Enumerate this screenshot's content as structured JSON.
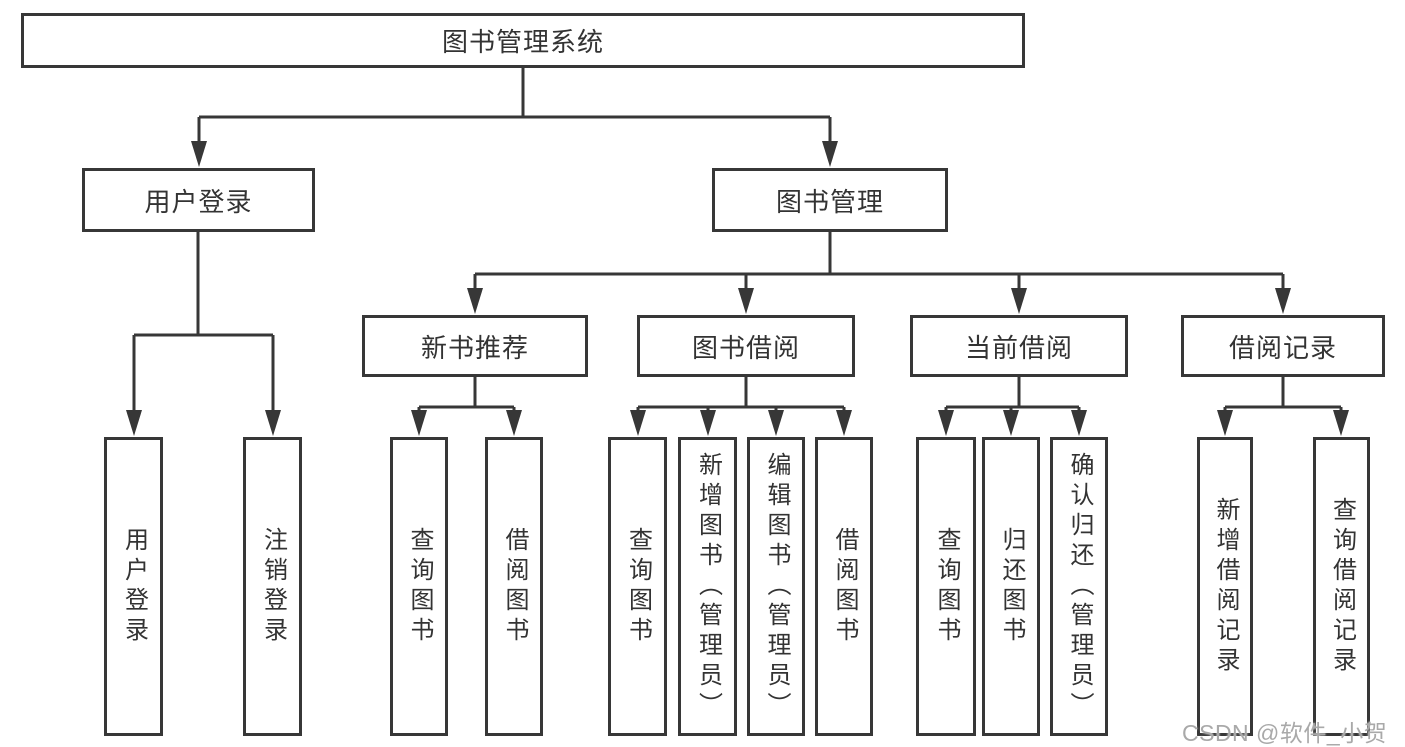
{
  "diagram_type": "hierarchy-tree",
  "colors": {
    "line": "#373737",
    "box_border": "#373737",
    "text": "#333333",
    "background": "#ffffff",
    "watermark": "#a9a9a9"
  },
  "watermark": {
    "text": "CSDN @软件_小贺同学"
  },
  "tree": {
    "label": "图书管理系统",
    "children": [
      {
        "label": "用户登录",
        "children": [
          {
            "label": "用户登录"
          },
          {
            "label": "注销登录"
          }
        ]
      },
      {
        "label": "图书管理",
        "children": [
          {
            "label": "新书推荐",
            "children": [
              {
                "label": "查询图书"
              },
              {
                "label": "借阅图书"
              }
            ]
          },
          {
            "label": "图书借阅",
            "children": [
              {
                "label": "查询图书"
              },
              {
                "label": "新增图书（管理员）"
              },
              {
                "label": "编辑图书（管理员）"
              },
              {
                "label": "借阅图书"
              }
            ]
          },
          {
            "label": "当前借阅",
            "children": [
              {
                "label": "查询图书"
              },
              {
                "label": "归还图书"
              },
              {
                "label": "确认归还（管理员）"
              }
            ]
          },
          {
            "label": "借阅记录",
            "children": [
              {
                "label": "新增借阅记录"
              },
              {
                "label": "查询借阅记录"
              }
            ]
          }
        ]
      }
    ]
  }
}
